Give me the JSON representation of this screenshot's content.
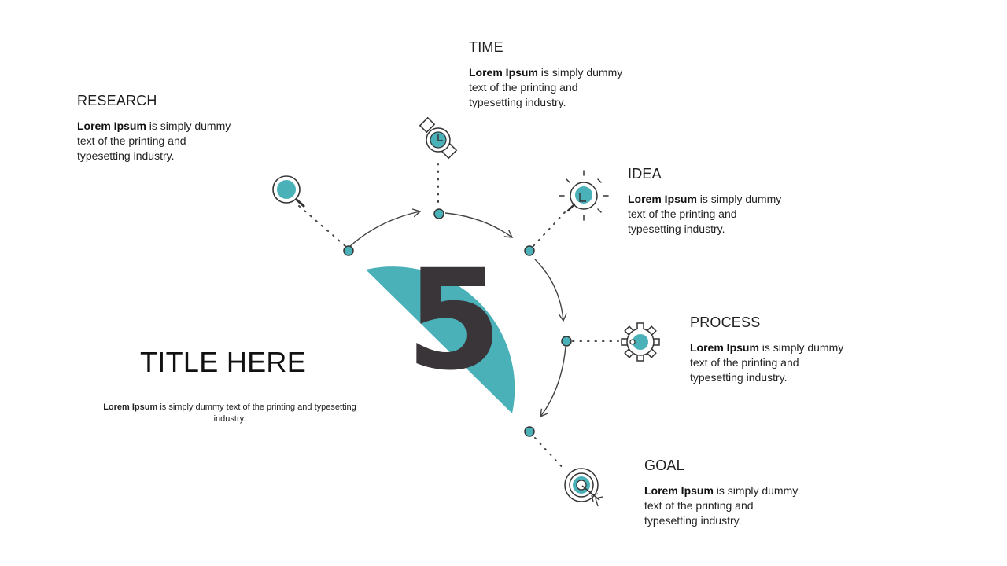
{
  "center": {
    "number": "5"
  },
  "colors": {
    "accent": "#4ab1b8",
    "dark": "#3a3538",
    "line": "#444444"
  },
  "title": "TITLE HERE",
  "subtitle": {
    "bold": "Lorem Ipsum",
    "rest": " is simply dummy text of the printing and typesetting industry."
  },
  "items": [
    {
      "key": "research",
      "heading": "RESEARCH",
      "bold": "Lorem Ipsum",
      "rest": " is simply dummy text of the printing and typesetting industry.",
      "icon": "magnifier-icon"
    },
    {
      "key": "time",
      "heading": "TIME",
      "bold": "Lorem Ipsum",
      "rest": " is simply dummy text of the printing and typesetting industry.",
      "icon": "watch-icon"
    },
    {
      "key": "idea",
      "heading": "IDEA",
      "bold": "Lorem Ipsum",
      "rest": " is simply dummy text of the printing and typesetting industry.",
      "icon": "lightbulb-icon"
    },
    {
      "key": "process",
      "heading": "PROCESS",
      "bold": "Lorem Ipsum",
      "rest": " is simply dummy text of the printing and typesetting industry.",
      "icon": "gear-icon"
    },
    {
      "key": "goal",
      "heading": "GOAL",
      "bold": "Lorem Ipsum",
      "rest": " is simply dummy text of the printing and typesetting industry.",
      "icon": "target-icon"
    }
  ]
}
